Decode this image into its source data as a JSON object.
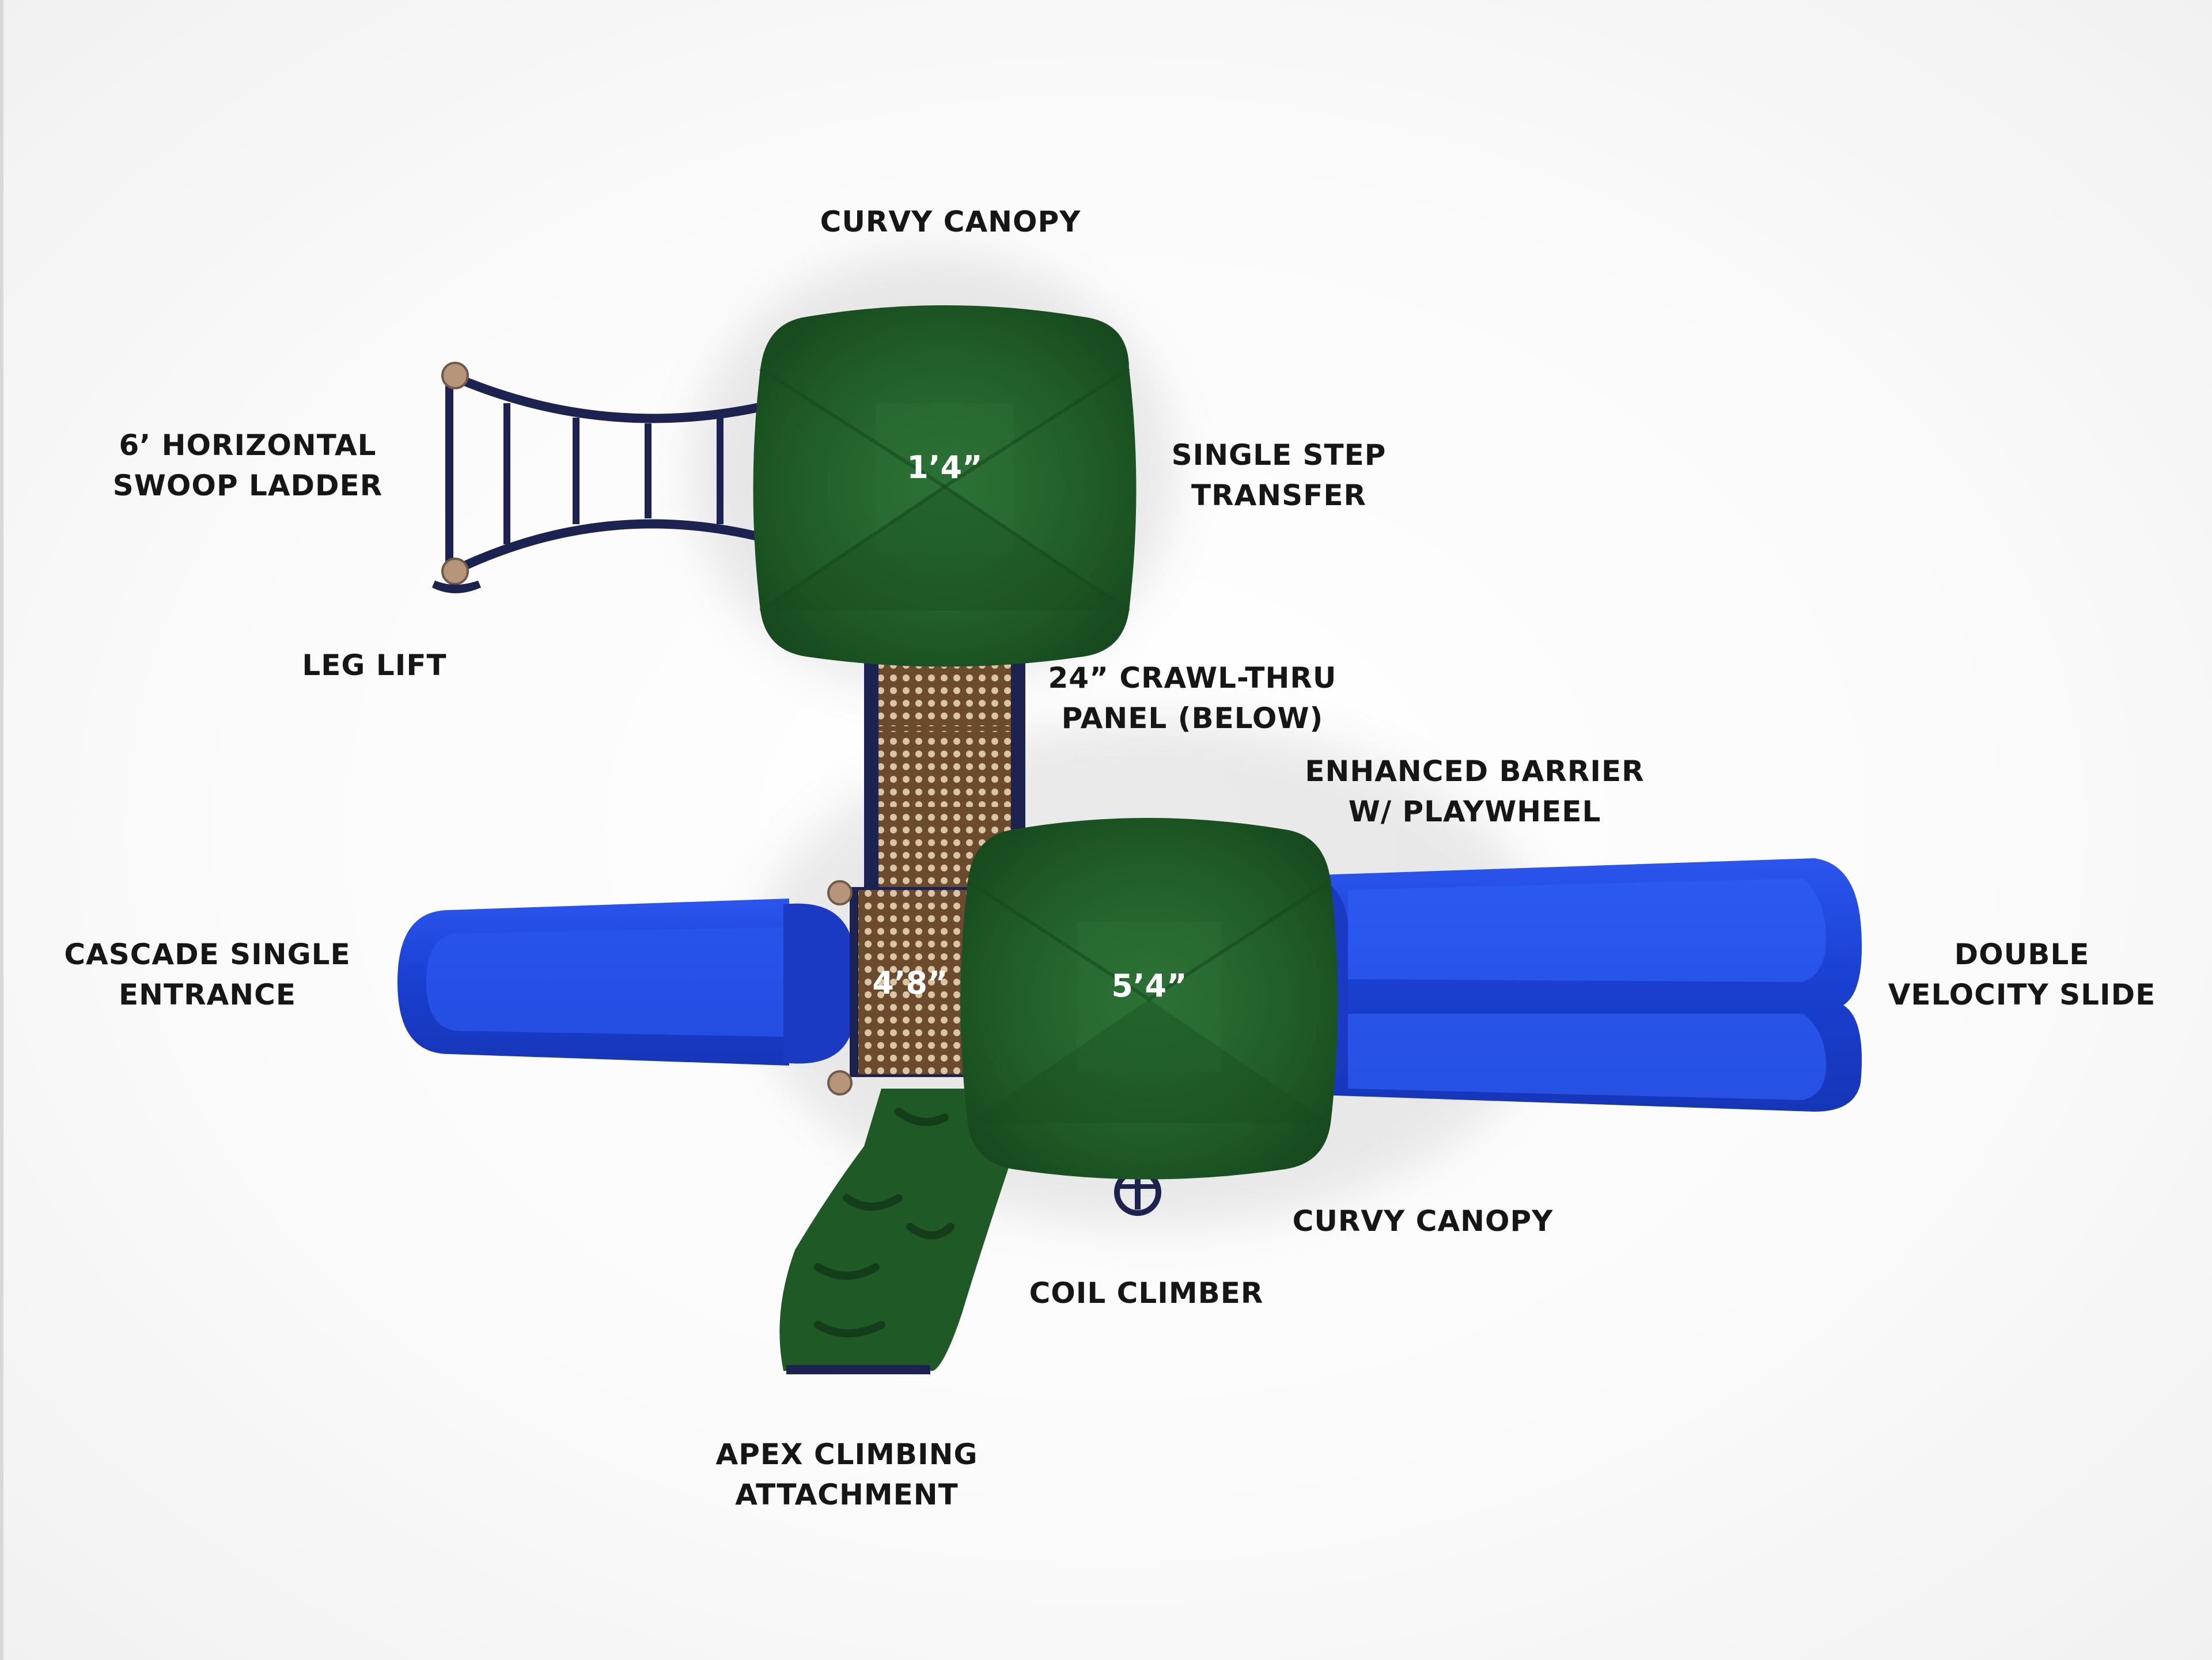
{
  "heights": {
    "top_deck": "1’4”",
    "middle_deck": "4’8”",
    "right_deck": "5’4”"
  },
  "labels": {
    "curvy_canopy_top": "CURVY CANOPY",
    "swoop_ladder_line1": "6’ HORIZONTAL",
    "swoop_ladder_line2": "SWOOP LADDER",
    "single_step_line1": "SINGLE STEP",
    "single_step_line2": "TRANSFER",
    "leg_lift": "LEG LIFT",
    "crawl_thru_line1": "24” CRAWL-THRU",
    "crawl_thru_line2": "PANEL (BELOW)",
    "enhanced_barrier_line1": "ENHANCED BARRIER",
    "enhanced_barrier_line2": "W/ PLAYWHEEL",
    "cascade_line1": "CASCADE SINGLE",
    "cascade_line2": "ENTRANCE",
    "double_slide_line1": "DOUBLE",
    "double_slide_line2": "VELOCITY SLIDE",
    "curvy_canopy_bottom": "CURVY CANOPY",
    "coil_climber": "COIL CLIMBER",
    "apex_line1": "APEX CLIMBING",
    "apex_line2": "ATTACHMENT"
  },
  "colors": {
    "canopy_green": "#1f5a26",
    "slide_blue": "#1e46d8",
    "frame_navy": "#1c2350",
    "deck_brown": "#7a5a3a",
    "label_text": "#161616"
  }
}
